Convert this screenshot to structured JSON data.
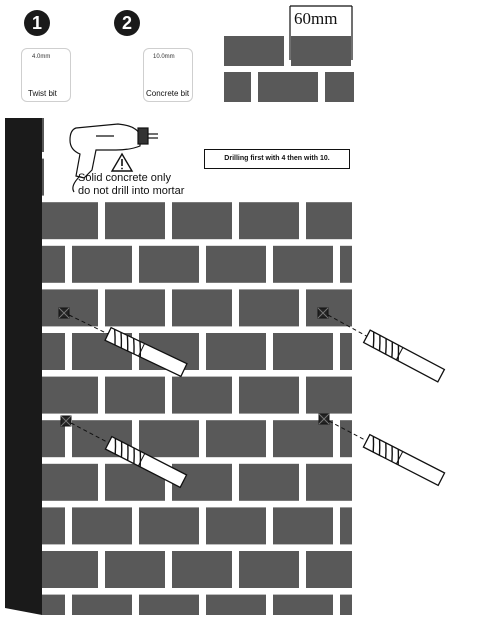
{
  "steps": [
    {
      "number": "1",
      "bit_size": "4.0mm",
      "bit_name": "Twist bit"
    },
    {
      "number": "2",
      "bit_size": "10.0mm",
      "bit_name": "Concrete bit"
    }
  ],
  "dimension": {
    "label": "60mm"
  },
  "warning": {
    "line1": "Solid concrete only",
    "line2": "do not drill into mortar"
  },
  "note": {
    "text": "Drilling first with 4 then with 10."
  },
  "colors": {
    "brick": "#595959",
    "mortar": "#ffffff",
    "edge": "#1a1a1a",
    "ink": "#111111"
  },
  "icons": [
    "drill-icon",
    "warning-triangle-icon",
    "drill-bit-icon",
    "anchor-point-icon"
  ]
}
